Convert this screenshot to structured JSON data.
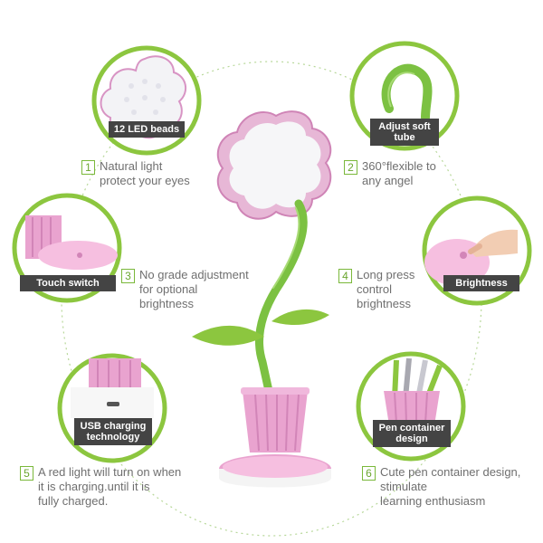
{
  "circle_labels": {
    "led_beads": "12 LED beads",
    "soft_tube_1": "Adjust soft",
    "soft_tube_2": "tube",
    "touch_switch": "Touch switch",
    "brightness": "Brightness",
    "usb_1": "USB charging",
    "usb_2": "technology",
    "pen_1": "Pen container",
    "pen_2": "design"
  },
  "features": [
    {
      "number": "1",
      "lines": [
        "Natural light",
        "protect your eyes"
      ]
    },
    {
      "number": "2",
      "lines": [
        "360°flexible to",
        "any angel"
      ]
    },
    {
      "number": "3",
      "lines": [
        "No grade adjustment",
        "for optional",
        "brightness"
      ]
    },
    {
      "number": "4",
      "lines": [
        "Long press",
        "control",
        "brightness"
      ]
    },
    {
      "number": "5",
      "lines": [
        "A red light will turn on when",
        "it is charging.until it is",
        "fully charged."
      ]
    },
    {
      "number": "6",
      "lines": [
        "Cute pen container design,",
        "stimulate",
        "learning enthusiasm"
      ]
    }
  ],
  "colors": {
    "ring_green": "#8cc63f",
    "lamp_pink": "#d98fc0",
    "stem_green": "#7cc142",
    "label_dark": "#444444",
    "text_gray": "#6f6f6f"
  }
}
